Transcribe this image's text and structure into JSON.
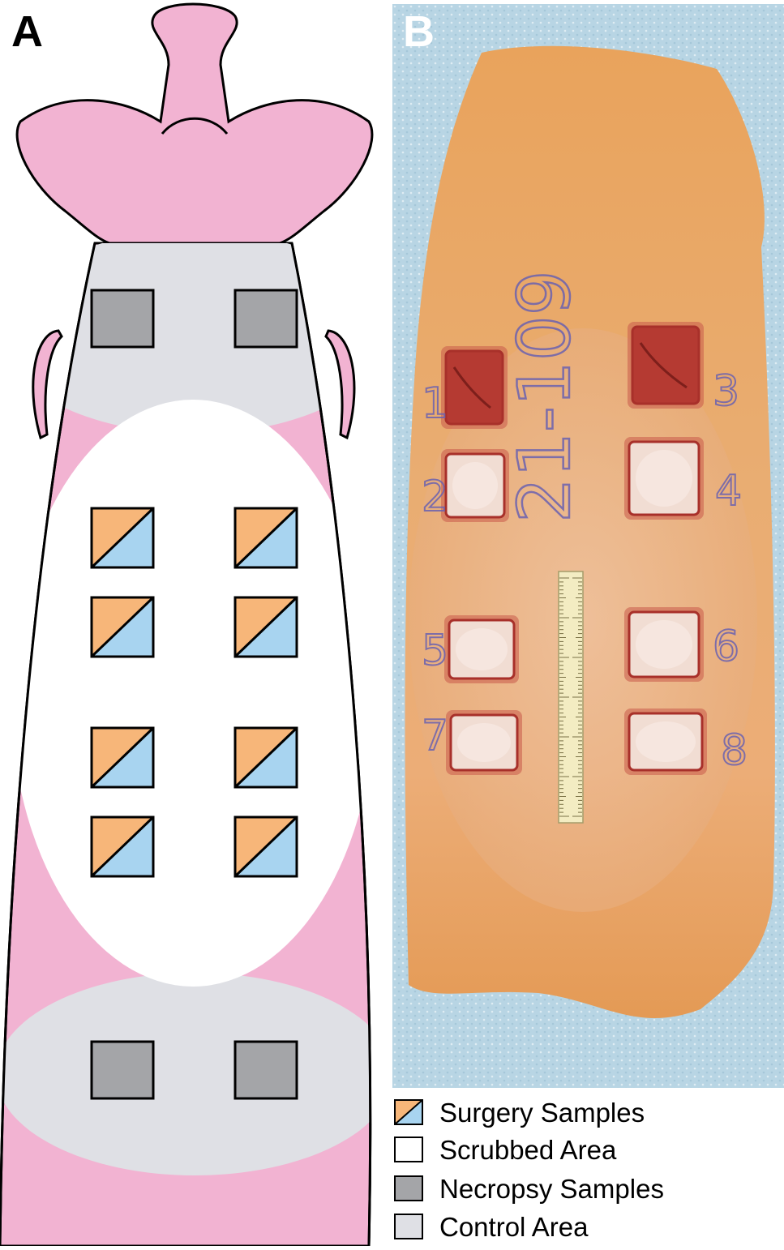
{
  "panels": {
    "a": {
      "letter": "A"
    },
    "b": {
      "letter": "B"
    }
  },
  "photo": {
    "site_numbers": [
      "1",
      "2",
      "3",
      "4",
      "5",
      "6",
      "7",
      "8"
    ],
    "animal_id": "21-109"
  },
  "legend": [
    {
      "label": "Surgery Samples",
      "swatch": "surgery"
    },
    {
      "label": "Scrubbed Area",
      "swatch": "scrubbed"
    },
    {
      "label": "Necropsy Samples",
      "swatch": "necropsy"
    },
    {
      "label": "Control Area",
      "swatch": "control"
    }
  ],
  "colors": {
    "body_pink": "#f2b3d2",
    "control_gray": "#dfe0e5",
    "necropsy_gray": "#a4a5a8",
    "surgery_orange": "#f7b679",
    "surgery_blue": "#a8d4f0",
    "scrubbed_white": "#ffffff",
    "drape_blue": "#b8d5e4",
    "skin_orange": "#e79a55",
    "wound_red": "#b53a32",
    "marker_purple": "#6b62b0"
  }
}
